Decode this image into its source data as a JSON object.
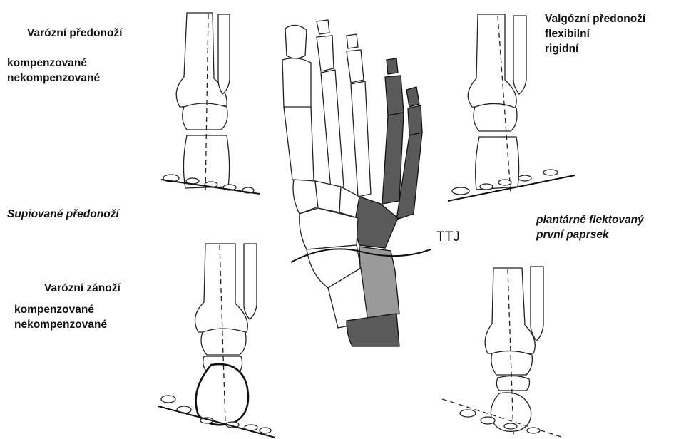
{
  "labels": {
    "varus_forefoot": {
      "title": "Varózní předonoží",
      "line1": "kompenzované",
      "line2": "nekompenzované"
    },
    "valgus_forefoot": {
      "title": "Valgózní předonoží",
      "line1": "flexibilní",
      "line2": "rigidní"
    },
    "supinated_forefoot": "Supiované předonoží",
    "plantarflexed_first_ray": {
      "line1": "plantárně flektovaný",
      "line2": "první paprsek"
    },
    "varus_rearfoot": {
      "title": "Varózní zánoží",
      "line1": "kompenzované",
      "line2": "nekompenzované"
    },
    "ttj": "TTJ"
  },
  "colors": {
    "line": "#222222",
    "dark_bone": "#5a5a5a",
    "mid_bone": "#9a9a9a"
  }
}
